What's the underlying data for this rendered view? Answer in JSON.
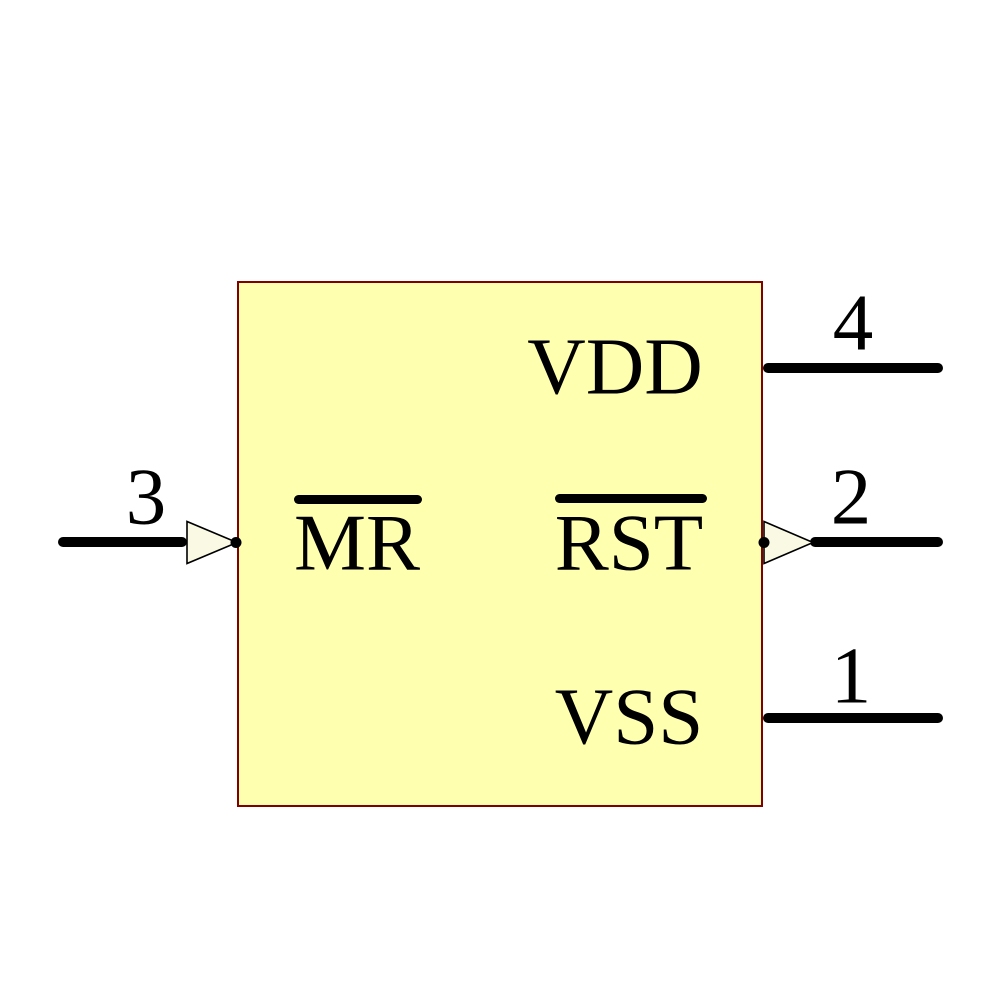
{
  "symbol": {
    "colors": {
      "canvas_bg": "#FFFFFF",
      "body_fill": "#FFFFB0",
      "body_border": "#800000",
      "wire": "#000000",
      "text": "#000000",
      "arrow_fill": "#FAF9E4",
      "arrow_outline": "#000000"
    },
    "pins": {
      "mr": {
        "number": "3",
        "name": "MR",
        "overline": true,
        "side": "left",
        "direction": "input"
      },
      "vdd": {
        "number": "4",
        "name": "VDD",
        "overline": false,
        "side": "right",
        "direction": "power"
      },
      "rst": {
        "number": "2",
        "name": "RST",
        "overline": true,
        "side": "right",
        "direction": "output"
      },
      "vss": {
        "number": "1",
        "name": "VSS",
        "overline": false,
        "side": "right",
        "direction": "power"
      }
    }
  }
}
